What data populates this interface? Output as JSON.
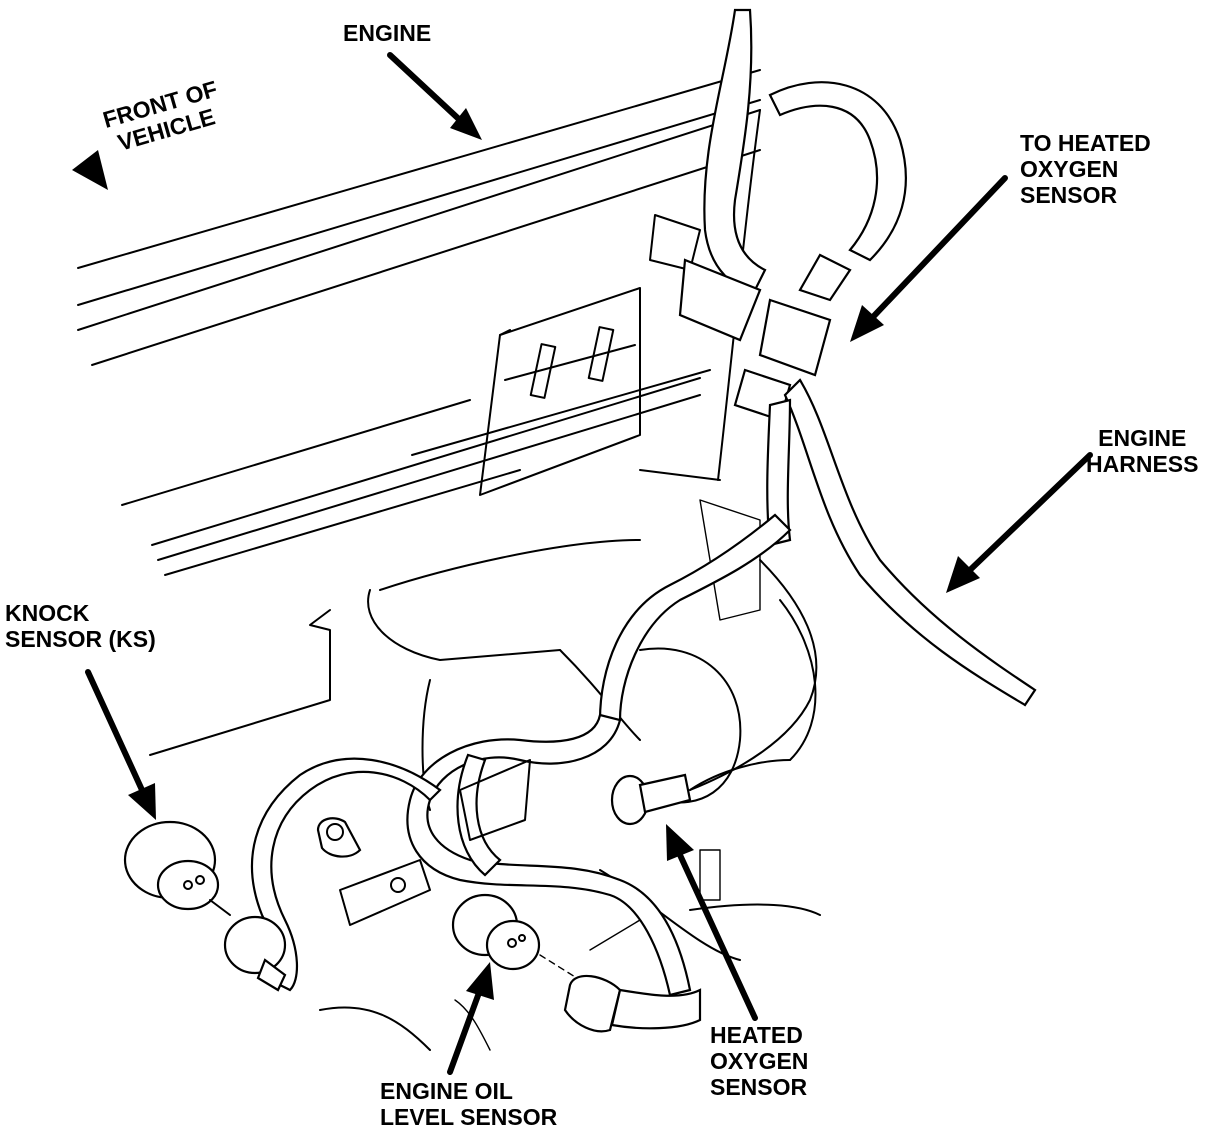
{
  "labels": {
    "engine": "ENGINE",
    "front_of_vehicle": [
      "FRONT OF",
      "VEHICLE"
    ],
    "to_heated_oxygen_sensor": [
      "TO HEATED",
      "OXYGEN",
      "SENSOR"
    ],
    "engine_harness": [
      "ENGINE",
      "HARNESS"
    ],
    "knock_sensor": [
      "KNOCK",
      "SENSOR (KS)"
    ],
    "engine_oil_level_sensor": [
      "ENGINE OIL",
      "LEVEL SENSOR"
    ],
    "heated_oxygen_sensor": [
      "HEATED",
      "OXYGEN",
      "SENSOR"
    ]
  },
  "colors": {
    "ink": "#000000",
    "paper": "#ffffff"
  }
}
